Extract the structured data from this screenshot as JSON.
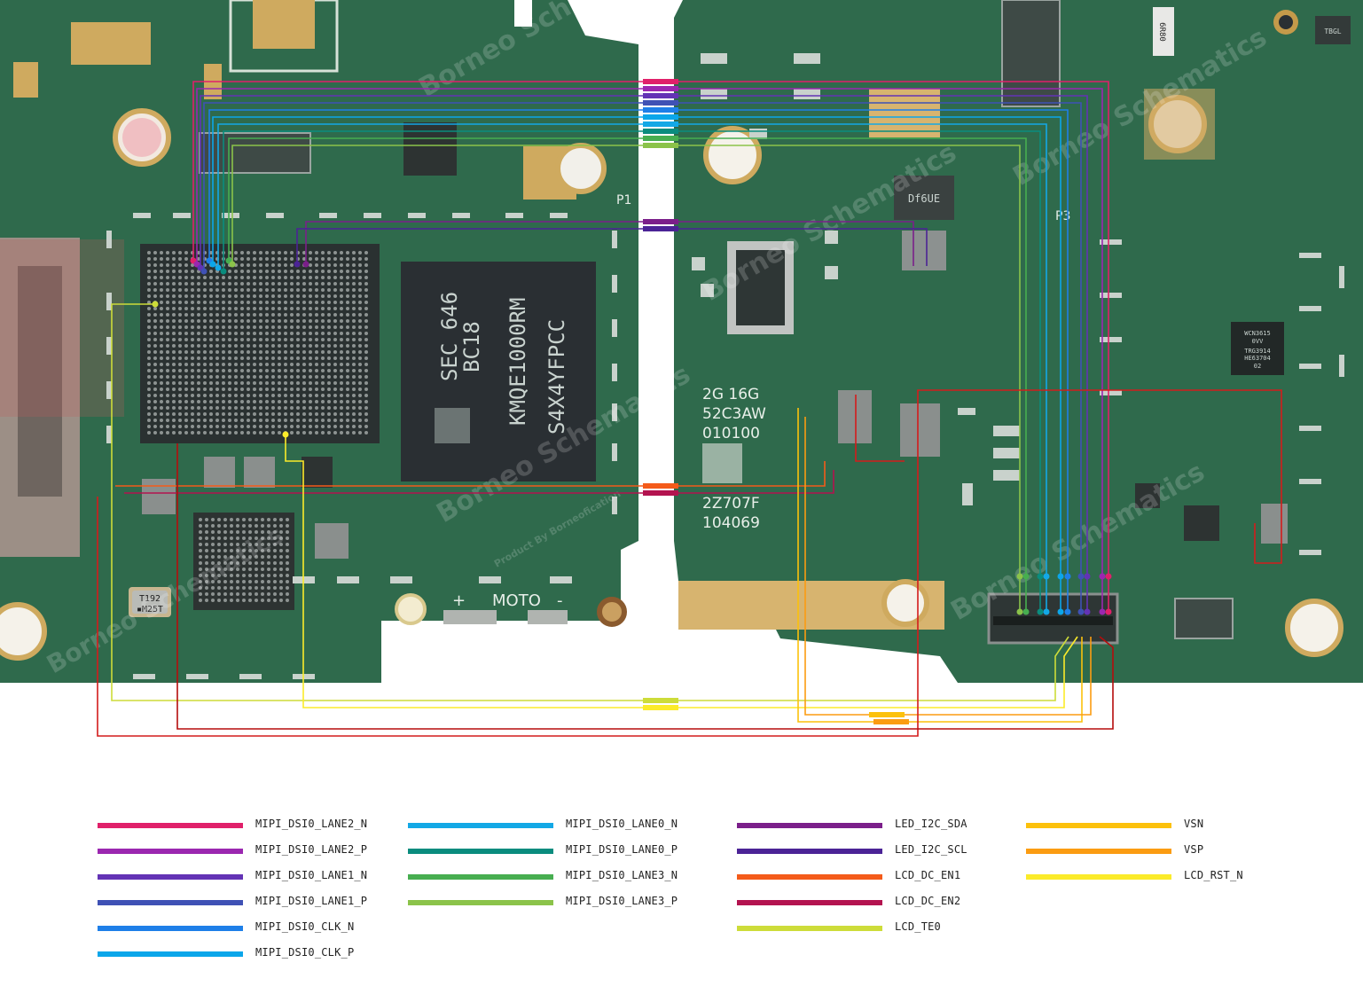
{
  "title": "LCD display connector signal trace diagram",
  "boards": {
    "left_label": "P1",
    "right_label": "P3",
    "motor_label": "MOTO",
    "motor_plus": "+",
    "motor_minus": "-",
    "watermark": "Borneo Schematics",
    "watermark_sub": "Product By Borneofication"
  },
  "chips": {
    "emmc_lines": [
      "SEC 646",
      "BC18",
      "KMQE1000RM",
      "S4X4YFPCC"
    ],
    "board_marking_lines": [
      "2G 16G",
      "52C3AW",
      "010100",
      "2Z707F",
      "104069"
    ],
    "crystal_lines": [
      "T192",
      "▪M25T"
    ],
    "pmic_small": "Df6UE",
    "wifi_chip_lines": [
      "WCN3615",
      "0VV",
      "TRG3914",
      "HE63704",
      "02"
    ],
    "resistor_label": "6R80",
    "top_right_chip": "TBGL"
  },
  "legend": {
    "columns": [
      [
        {
          "name": "MIPI_DSI0_LANE2_N",
          "color": "#e0206a"
        },
        {
          "name": "MIPI_DSI0_LANE2_P",
          "color": "#9b27b0"
        },
        {
          "name": "MIPI_DSI0_LANE1_N",
          "color": "#6333b5"
        },
        {
          "name": "MIPI_DSI0_LANE1_P",
          "color": "#3f51b5"
        },
        {
          "name": "MIPI_DSI0_CLK_N",
          "color": "#1e7fe8"
        },
        {
          "name": "MIPI_DSI0_CLK_P",
          "color": "#0ba6ea"
        }
      ],
      [
        {
          "name": "MIPI_DSI0_LANE0_N",
          "color": "#13a8e6"
        },
        {
          "name": "MIPI_DSI0_LANE0_P",
          "color": "#0a8c7e"
        },
        {
          "name": "MIPI_DSI0_LANE3_N",
          "color": "#47ae50"
        },
        {
          "name": "MIPI_DSI0_LANE3_P",
          "color": "#8bc34a"
        }
      ],
      [
        {
          "name": "LED_I2C_SDA",
          "color": "#7b1f8a"
        },
        {
          "name": "LED_I2C_SCL",
          "color": "#4b2396"
        },
        {
          "name": "LCD_DC_EN1",
          "color": "#f45b1a"
        },
        {
          "name": "LCD_DC_EN2",
          "color": "#b3134f"
        },
        {
          "name": "LCD_TE0",
          "color": "#cddc39"
        }
      ],
      [
        {
          "name": "VSN",
          "color": "#fcc10c"
        },
        {
          "name": "VSP",
          "color": "#fb9c12"
        },
        {
          "name": "LCD_RST_N",
          "color": "#fbeb2a"
        }
      ]
    ]
  }
}
